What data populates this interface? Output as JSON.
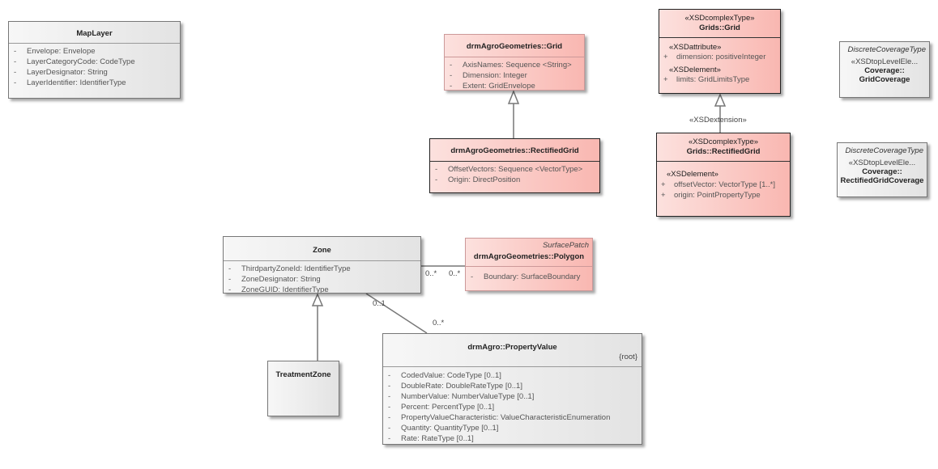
{
  "classes": {
    "maplayer": {
      "name": "MapLayer",
      "attributes": [
        {
          "vis": "-",
          "text": "Envelope: Envelope"
        },
        {
          "vis": "-",
          "text": "LayerCategoryCode: CodeType"
        },
        {
          "vis": "-",
          "text": "LayerDesignator: String"
        },
        {
          "vis": "-",
          "text": "LayerIdentifier: IdentifierType"
        }
      ]
    },
    "grid_geom": {
      "name": "drmAgroGeometries::Grid",
      "attributes": [
        {
          "vis": "-",
          "text": "AxisNames: Sequence <String>"
        },
        {
          "vis": "-",
          "text": "Dimension: Integer"
        },
        {
          "vis": "-",
          "text": "Extent: GridEnvelope"
        }
      ]
    },
    "rectgrid_geom": {
      "name": "drmAgroGeometries::RectifiedGrid",
      "attributes": [
        {
          "vis": "-",
          "text": "OffsetVectors: Sequence <VectorType>"
        },
        {
          "vis": "-",
          "text": "Origin: DirectPosition"
        }
      ]
    },
    "grids_grid": {
      "stereotype": "«XSDcomplexType»",
      "name": "Grids::Grid",
      "sections": [
        {
          "label": "«XSDattribute»",
          "attributes": [
            {
              "vis": "+",
              "text": "dimension: positiveInteger"
            }
          ]
        },
        {
          "label": "«XSDelement»",
          "attributes": [
            {
              "vis": "+",
              "text": "limits: GridLimitsType"
            }
          ]
        }
      ]
    },
    "grids_rect": {
      "stereotype": "«XSDcomplexType»",
      "name": "Grids::RectifiedGrid",
      "sections": [
        {
          "label": "«XSDelement»",
          "attributes": [
            {
              "vis": "+",
              "text": "offsetVector: VectorType [1..*]"
            },
            {
              "vis": "+",
              "text": "origin: PointPropertyType"
            }
          ]
        }
      ]
    },
    "gridcoverage": {
      "parent": "DiscreteCoverageType",
      "stereotype": "«XSDtopLevelEle...",
      "name1": "Coverage::",
      "name2": "GridCoverage"
    },
    "rectcoverage": {
      "parent": "DiscreteCoverageType",
      "stereotype": "«XSDtopLevelEle...",
      "name1": "Coverage::",
      "name2": "RectifiedGridCoverage"
    },
    "zone": {
      "name": "Zone",
      "attributes": [
        {
          "vis": "-",
          "text": "ThirdpartyZoneId: IdentifierType"
        },
        {
          "vis": "-",
          "text": "ZoneDesignator: String"
        },
        {
          "vis": "-",
          "text": "ZoneGUID: IdentifierType"
        }
      ]
    },
    "polygon": {
      "parent": "SurfacePatch",
      "name": "drmAgroGeometries::Polygon",
      "attributes": [
        {
          "vis": "-",
          "text": "Boundary: SurfaceBoundary"
        }
      ]
    },
    "treatmentzone": {
      "name": "TreatmentZone"
    },
    "propertyvalue": {
      "name": "drmAgro::PropertyValue",
      "tag": "{root}",
      "attributes": [
        {
          "vis": "-",
          "text": "CodedValue: CodeType [0..1]"
        },
        {
          "vis": "-",
          "text": "DoubleRate: DoubleRateType [0..1]"
        },
        {
          "vis": "-",
          "text": "NumberValue: NumberValueType [0..1]"
        },
        {
          "vis": "-",
          "text": "Percent: PercentType [0..1]"
        },
        {
          "vis": "-",
          "text": "PropertyValueCharacteristic: ValueCharacteristicEnumeration"
        },
        {
          "vis": "-",
          "text": "Quantity: QuantityType [0..1]"
        },
        {
          "vis": "-",
          "text": "Rate: RateType [0..1]"
        }
      ]
    }
  },
  "links": {
    "xsd_extension": "«XSDextension»",
    "zone_polygon_left": "0..*",
    "zone_polygon_right": "0..*",
    "zone_pv_zone_end": "0..1",
    "zone_pv_pv_end": "0..*"
  },
  "colors": {
    "grey_light": "#f7f7f7",
    "grey_dark": "#e3e3e3",
    "pink_light": "#fce1de",
    "pink_dark": "#f9b7b1",
    "line": "#777777"
  }
}
